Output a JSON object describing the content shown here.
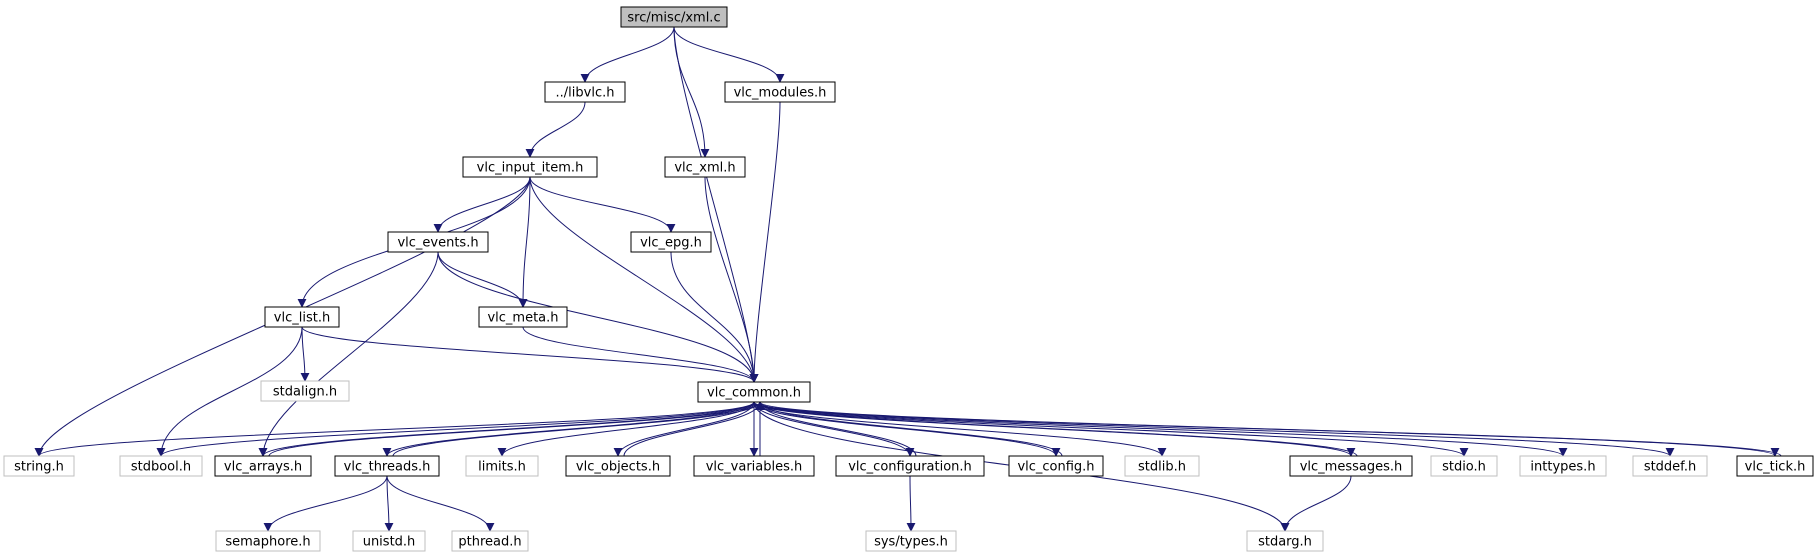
{
  "title": "src/misc/xml.c",
  "colors": {
    "edge": "#191970",
    "root_fill": "#bfbfbf",
    "root_stroke": "#000000",
    "doc_stroke": "#000000",
    "sys_stroke": "#bfbfbf",
    "fill": "#ffffff"
  },
  "nodes": [
    {
      "id": "root",
      "label": "src/misc/xml.c",
      "kind": "root"
    },
    {
      "id": "libvlc",
      "label": "../libvlc.h",
      "kind": "doc"
    },
    {
      "id": "vlc_modules",
      "label": "vlc_modules.h",
      "kind": "doc"
    },
    {
      "id": "vlc_input_item",
      "label": "vlc_input_item.h",
      "kind": "doc"
    },
    {
      "id": "vlc_xml",
      "label": "vlc_xml.h",
      "kind": "doc"
    },
    {
      "id": "vlc_events",
      "label": "vlc_events.h",
      "kind": "doc"
    },
    {
      "id": "vlc_epg",
      "label": "vlc_epg.h",
      "kind": "doc"
    },
    {
      "id": "vlc_list",
      "label": "vlc_list.h",
      "kind": "doc"
    },
    {
      "id": "vlc_meta",
      "label": "vlc_meta.h",
      "kind": "doc"
    },
    {
      "id": "stdalign",
      "label": "stdalign.h",
      "kind": "sys"
    },
    {
      "id": "vlc_common",
      "label": "vlc_common.h",
      "kind": "doc"
    },
    {
      "id": "string",
      "label": "string.h",
      "kind": "sys"
    },
    {
      "id": "stdbool",
      "label": "stdbool.h",
      "kind": "sys"
    },
    {
      "id": "vlc_arrays",
      "label": "vlc_arrays.h",
      "kind": "doc"
    },
    {
      "id": "vlc_threads",
      "label": "vlc_threads.h",
      "kind": "doc"
    },
    {
      "id": "limits",
      "label": "limits.h",
      "kind": "sys"
    },
    {
      "id": "vlc_objects",
      "label": "vlc_objects.h",
      "kind": "doc"
    },
    {
      "id": "vlc_variables",
      "label": "vlc_variables.h",
      "kind": "doc"
    },
    {
      "id": "vlc_configuration",
      "label": "vlc_configuration.h",
      "kind": "doc"
    },
    {
      "id": "vlc_config",
      "label": "vlc_config.h",
      "kind": "doc"
    },
    {
      "id": "stdlib",
      "label": "stdlib.h",
      "kind": "sys"
    },
    {
      "id": "vlc_messages",
      "label": "vlc_messages.h",
      "kind": "doc"
    },
    {
      "id": "stdio",
      "label": "stdio.h",
      "kind": "sys"
    },
    {
      "id": "inttypes",
      "label": "inttypes.h",
      "kind": "sys"
    },
    {
      "id": "stddef",
      "label": "stddef.h",
      "kind": "sys"
    },
    {
      "id": "vlc_tick",
      "label": "vlc_tick.h",
      "kind": "doc"
    },
    {
      "id": "semaphore",
      "label": "semaphore.h",
      "kind": "sys"
    },
    {
      "id": "unistd",
      "label": "unistd.h",
      "kind": "sys"
    },
    {
      "id": "pthread",
      "label": "pthread.h",
      "kind": "sys"
    },
    {
      "id": "sys_types",
      "label": "sys/types.h",
      "kind": "sys"
    },
    {
      "id": "stdarg",
      "label": "stdarg.h",
      "kind": "sys"
    }
  ],
  "edges": [
    [
      "root",
      "libvlc"
    ],
    [
      "root",
      "vlc_modules"
    ],
    [
      "root",
      "vlc_xml"
    ],
    [
      "root",
      "vlc_common"
    ],
    [
      "libvlc",
      "vlc_input_item"
    ],
    [
      "vlc_modules",
      "vlc_common"
    ],
    [
      "vlc_xml",
      "vlc_common"
    ],
    [
      "vlc_input_item",
      "vlc_events"
    ],
    [
      "vlc_input_item",
      "vlc_epg"
    ],
    [
      "vlc_input_item",
      "vlc_list"
    ],
    [
      "vlc_input_item",
      "vlc_meta"
    ],
    [
      "vlc_input_item",
      "string"
    ],
    [
      "vlc_input_item",
      "vlc_common"
    ],
    [
      "vlc_events",
      "vlc_meta"
    ],
    [
      "vlc_events",
      "vlc_common"
    ],
    [
      "vlc_events",
      "vlc_arrays"
    ],
    [
      "vlc_epg",
      "vlc_common"
    ],
    [
      "vlc_list",
      "stdalign"
    ],
    [
      "vlc_list",
      "stdbool"
    ],
    [
      "vlc_list",
      "vlc_common"
    ],
    [
      "vlc_meta",
      "vlc_common"
    ],
    [
      "vlc_common",
      "string"
    ],
    [
      "vlc_common",
      "stdbool"
    ],
    [
      "vlc_common",
      "vlc_arrays"
    ],
    [
      "vlc_common",
      "vlc_threads"
    ],
    [
      "vlc_common",
      "limits"
    ],
    [
      "vlc_common",
      "vlc_objects"
    ],
    [
      "vlc_common",
      "vlc_variables"
    ],
    [
      "vlc_common",
      "vlc_configuration"
    ],
    [
      "vlc_common",
      "vlc_config"
    ],
    [
      "vlc_common",
      "stdlib"
    ],
    [
      "vlc_common",
      "vlc_messages"
    ],
    [
      "vlc_common",
      "stdio"
    ],
    [
      "vlc_common",
      "inttypes"
    ],
    [
      "vlc_common",
      "stddef"
    ],
    [
      "vlc_common",
      "vlc_tick"
    ],
    [
      "vlc_common",
      "stdarg"
    ],
    [
      "vlc_arrays",
      "vlc_common"
    ],
    [
      "vlc_threads",
      "vlc_common"
    ],
    [
      "vlc_objects",
      "vlc_common"
    ],
    [
      "vlc_variables",
      "vlc_common"
    ],
    [
      "vlc_configuration",
      "vlc_common"
    ],
    [
      "vlc_config",
      "vlc_common"
    ],
    [
      "vlc_messages",
      "vlc_common"
    ],
    [
      "vlc_tick",
      "vlc_common"
    ],
    [
      "vlc_threads",
      "semaphore"
    ],
    [
      "vlc_threads",
      "unistd"
    ],
    [
      "vlc_threads",
      "pthread"
    ],
    [
      "vlc_configuration",
      "sys_types"
    ],
    [
      "vlc_messages",
      "stdarg"
    ]
  ]
}
